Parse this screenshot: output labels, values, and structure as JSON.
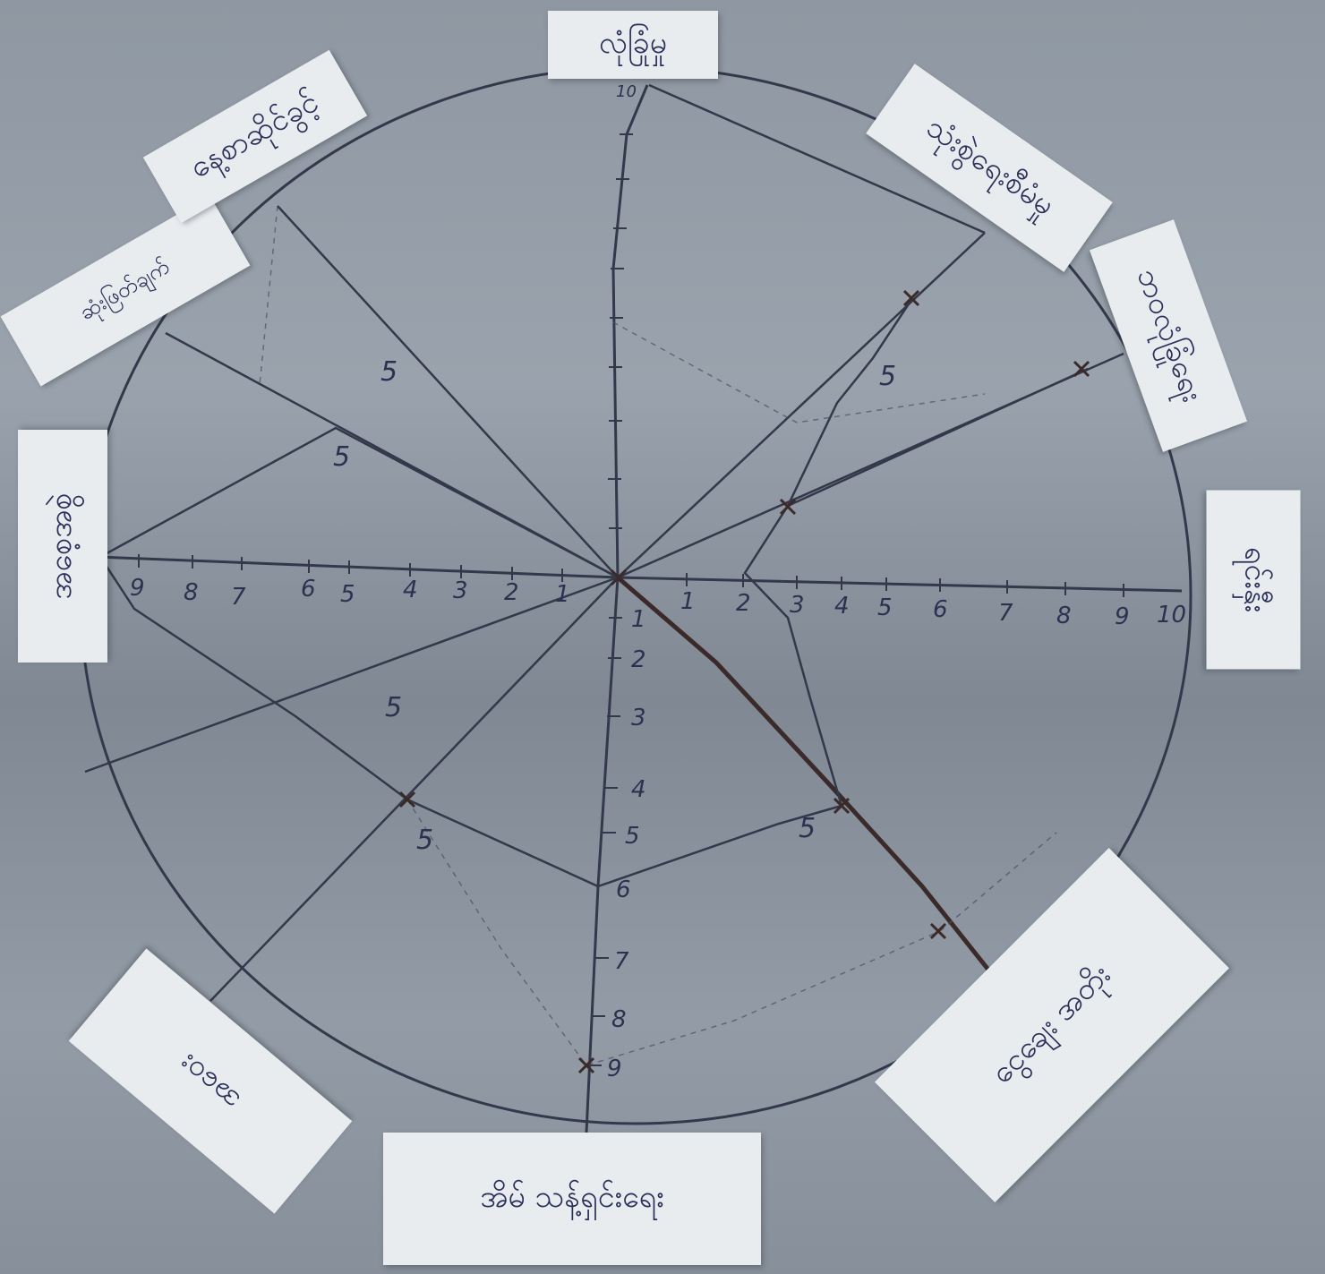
{
  "notes": [
    {
      "id": "top",
      "text": "လုံခြုံမှု"
    },
    {
      "id": "top-right",
      "text": "သုံးစွဲရေးစီမံမှု"
    },
    {
      "id": "upper-right",
      "text": "ဘဝလုံခြုံရေး"
    },
    {
      "id": "right",
      "text": "ရင်းနှီး"
    },
    {
      "id": "lower-right",
      "text": "ငွေချေး အတိုး"
    },
    {
      "id": "bottom",
      "text": "အိမ် သန့်ရှင်းရေး"
    },
    {
      "id": "lower-left",
      "text": "အဝေး"
    },
    {
      "id": "left",
      "text": "အစေ့အစွဲ"
    },
    {
      "id": "upper-left-small",
      "text": "ဆုံးဖြတ်ချက်"
    },
    {
      "id": "upper-left",
      "text": "နေ့စာဆိုင်ခွင့်"
    }
  ],
  "scale": {
    "right_ticks": [
      "1",
      "2",
      "3",
      "4",
      "5",
      "6",
      "7",
      "8",
      "9",
      "10"
    ],
    "left_ticks": [
      "1",
      "2",
      "3",
      "4",
      "5",
      "6",
      "7",
      "8",
      "9"
    ],
    "down_ticks": [
      "1",
      "2",
      "3",
      "4",
      "5",
      "6",
      "7",
      "8",
      "9"
    ],
    "up_top": "10"
  },
  "marks": [
    "5",
    "5",
    "5",
    "5",
    "5",
    "5"
  ],
  "colors": {
    "background": "#8d96a0",
    "paper": "#e9ecef",
    "pencil": "#33384a",
    "marker": "#3b2a2a"
  }
}
